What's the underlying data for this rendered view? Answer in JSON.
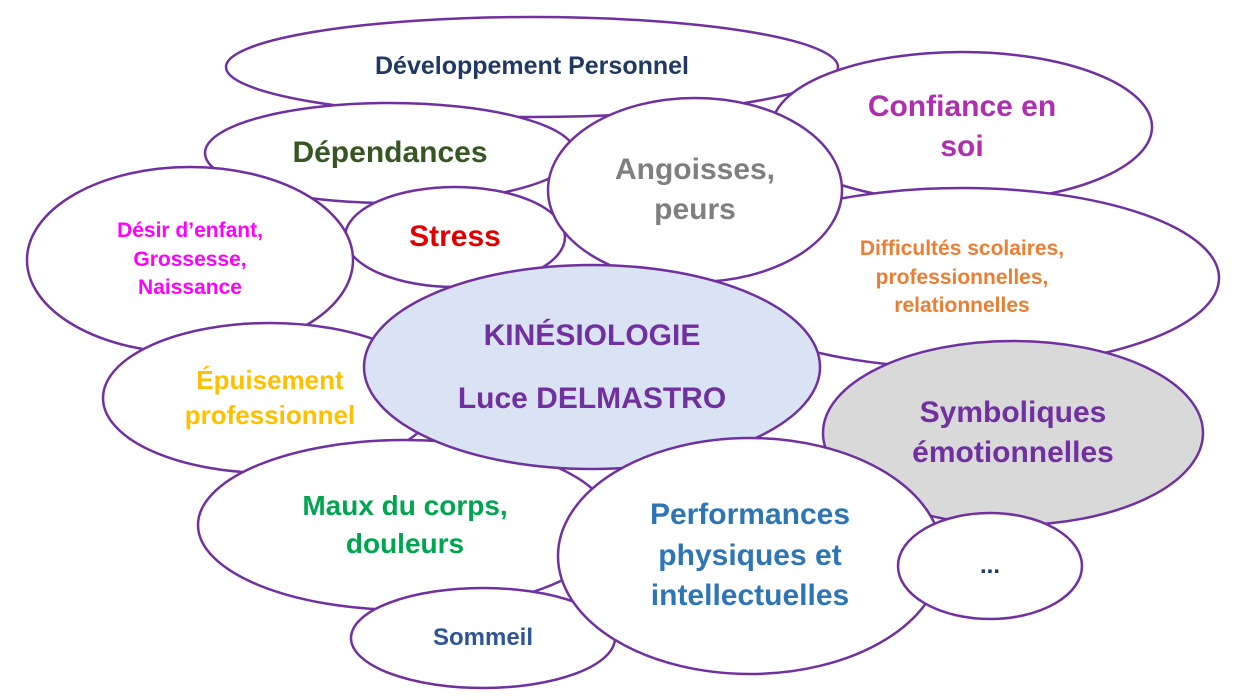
{
  "colors": {
    "stroke": "#7030A0",
    "fill_default": "#FFFFFF",
    "fill_center": "#DAE3F3",
    "fill_symboliques": "#D9D9D9"
  },
  "bubbles": [
    {
      "id": "developpement-personnel",
      "text": "Développement Personnel",
      "color": "#1F3864"
    },
    {
      "id": "confiance-en-soi",
      "text": "Confiance en\nsoi",
      "color": "#B02FB0"
    },
    {
      "id": "dependances",
      "text": "Dépendances",
      "color": "#375623"
    },
    {
      "id": "angoisses-peurs",
      "text": "Angoisses,\npeurs",
      "color": "#7F7F7F"
    },
    {
      "id": "stress",
      "text": "Stress",
      "color": "#E00000"
    },
    {
      "id": "desir-enfant",
      "text": "Désir d’enfant,\nGrossesse,\nNaissance",
      "color": "#FF00FF"
    },
    {
      "id": "difficultes",
      "text": "Difficultés scolaires,\nprofessionnelles,\nrelationnelles",
      "color": "#ED7D31"
    },
    {
      "id": "epuisement",
      "text": "Épuisement\nprofessionnel",
      "color": "#FFC000"
    },
    {
      "id": "kinesiologie",
      "text": "KINÉSIOLOGIE\nLuce DELMASTRO",
      "color": "#7030A0"
    },
    {
      "id": "symboliques",
      "text": "Symboliques\némotionnelles",
      "color": "#7030A0"
    },
    {
      "id": "maux-du-corps",
      "text": "Maux du corps,\ndouleurs",
      "color": "#00A550"
    },
    {
      "id": "performances",
      "text": "Performances\nphysiques et\nintellectuelles",
      "color": "#2E75B6"
    },
    {
      "id": "ellipsis",
      "text": "...",
      "color": "#1F3864"
    },
    {
      "id": "sommeil",
      "text": "Sommeil",
      "color": "#2F5597"
    }
  ]
}
